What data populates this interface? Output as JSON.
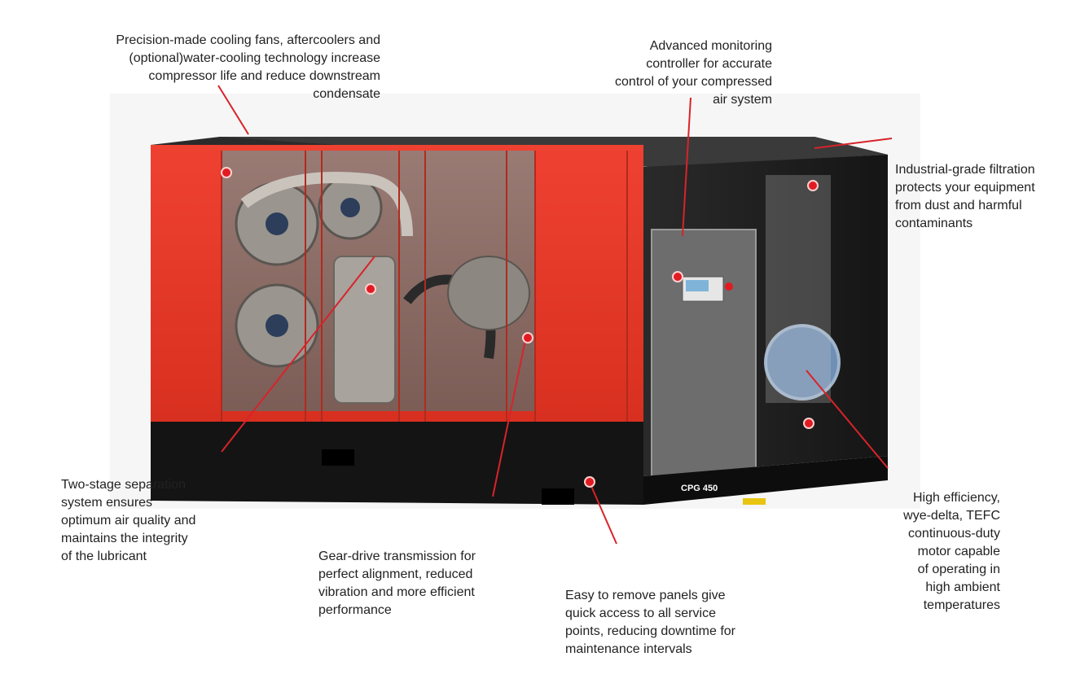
{
  "callouts": {
    "cooling": "Precision-made cooling fans, aftercoolers and\n(optional)water-cooling technology increase\ncompressor life and reduce downstream\ncondensate",
    "monitoring": "Advanced monitoring\ncontroller for accurate\ncontrol of your compressed\nair system",
    "filtration": "Industrial-grade filtration\nprotects your equipment\nfrom dust and harmful\ncontaminants",
    "separation": "Two-stage separation\nsystem ensures\noptimum air quality and\nmaintains the integrity\nof the lubricant",
    "gear_drive": "Gear-drive transmission for\nperfect alignment, reduced\nvibration and more efficient\nperformance",
    "panels": "Easy to remove panels give\nquick access to all service\npoints, reducing downtime for\nmaintenance intervals",
    "motor": "High efficiency,\nwye-delta, TEFC\ncontinuous-duty\nmotor capable\nof operating in\nhigh ambient\ntemperatures"
  },
  "machine": {
    "model_label": "CPG 450"
  },
  "colors": {
    "body_red": "#e8382a",
    "dark_panel": "#1c1c1c",
    "base_black": "#111111",
    "leader_line": "#d8232a",
    "marker": "#e11b22"
  }
}
